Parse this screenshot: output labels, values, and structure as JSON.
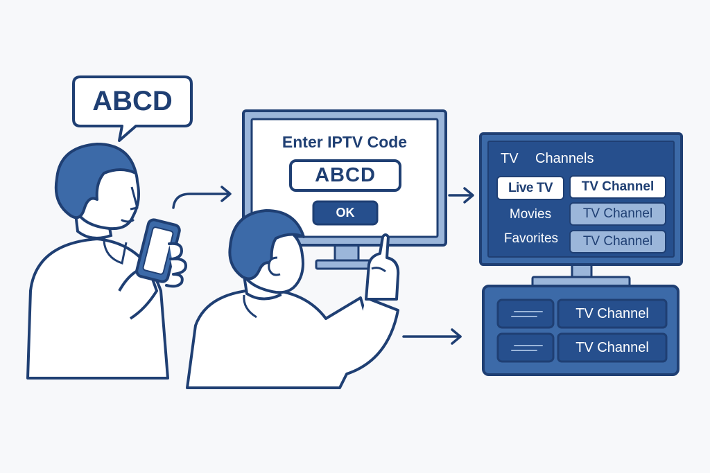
{
  "speech_bubble": {
    "text": "ABCD"
  },
  "code_screen": {
    "title": "Enter IPTV Code",
    "code_value": "ABCD",
    "ok_label": "OK"
  },
  "tv_menu": {
    "header_left": "TV",
    "header_right": "Channels",
    "sidebar": [
      "Live TV",
      "Movies",
      "Favorites"
    ],
    "channels": [
      "TV Channel",
      "TV Channel",
      "TV Channel"
    ]
  },
  "set_top_box": {
    "channels": [
      "TV Channel",
      "TV Channel"
    ]
  },
  "colors": {
    "outline": "#1f3f73",
    "primary": "#3c6aa8",
    "dark": "#264f8d",
    "light": "#9bb6da",
    "background": "#f7f8fa"
  }
}
